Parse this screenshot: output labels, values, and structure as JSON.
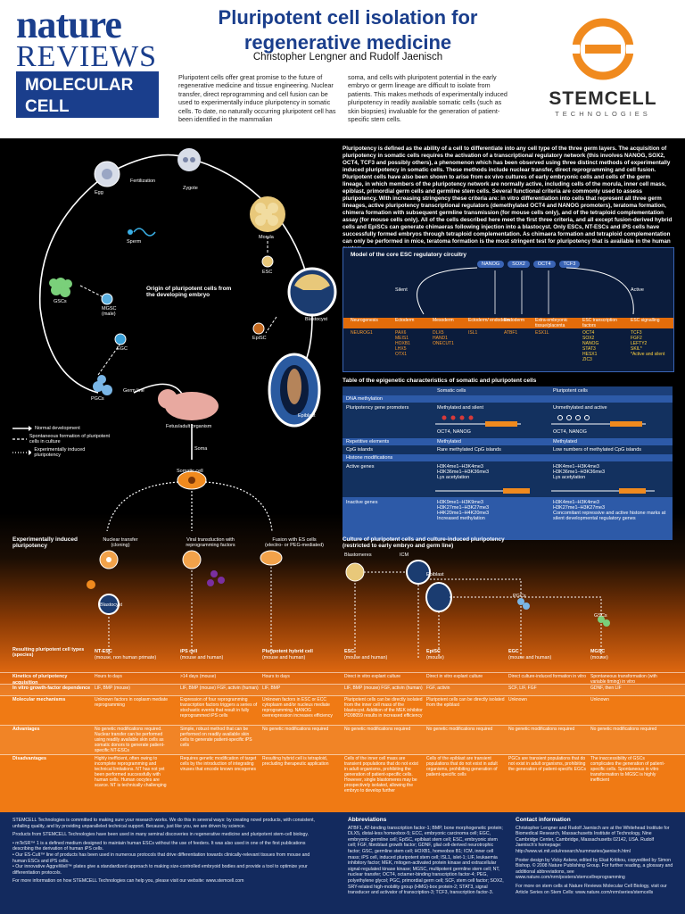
{
  "header": {
    "logo_nature": "nature",
    "logo_reviews": "REVIEWS",
    "journal_line1": "MOLECULAR",
    "journal_line2": "CELL BIOLOGY",
    "title_line1": "Pluripotent cell isolation for",
    "title_line2": "regenerative medicine",
    "authors": "Christopher Lengner and Rudolf Jaenisch",
    "intro_left": "Pluripotent cells offer great promise to the future of regenerative medicine and tissue engineering. Nuclear transfer, direct reprogramming and cell fusion can be used to experimentally induce pluripotency in somatic cells. To date, no naturally occurring pluripotent cell has been identified in the mammalian",
    "intro_right": "soma, and cells with pluripotent potential in the early embryo or germ lineage are difficult to isolate from patients. This makes methods of experimentally induced pluripotency in readily available somatic cells (such as skin biopsies) invaluable for the generation of patient-specific stem cells.",
    "sponsor_name": "STEMCELL",
    "sponsor_sub": "TECHNOLOGIES"
  },
  "development": {
    "fertilization": "Fertilization",
    "zygote": "Zygote",
    "egg": "Egg",
    "sperm": "Sperm",
    "morula": "Morula",
    "esc": "ESC",
    "gscs": "GSCs",
    "mgsc": "MGSC",
    "mgsc_sub": "(male)",
    "egc": "EGC",
    "episc": "EpiSC",
    "blastocyst": "Blastocyst",
    "pgcs": "PGCs",
    "germ_line": "Germ line",
    "epiblast": "Epiblast",
    "fetus": "Fetus/adult organism",
    "soma": "Soma",
    "somatic_cell": "Somatic cell",
    "origin_title_1": "Origin of pluripotent cells from",
    "origin_title_2": "the developing embryo"
  },
  "legend": {
    "normal": "Normal development",
    "spontaneous": "Spontaneous formation of pluripotent cells in culture",
    "induced": "Experimentally induced pluripotency"
  },
  "pluripotency_text": "Pluripotency is defined as the ability of a cell to differentiate into any cell type of the three germ layers. The acquisition of pluripotency in somatic cells requires the activation of a transcriptional regulatory network (this involves NANOG, SOX2, OCT4, TCF3 and possibly others), a phenomenon which has been observed using three distinct methods of experimentally induced pluripotency in somatic cells. These methods include nuclear transfer, direct reprogramming and cell fusion. Pluripotent cells have also been shown to arise from ex vivo cultures of early embryonic cells and cells of the germ lineage, in which members of the pluripotency network are normally active, including cells of the morula, inner cell mass, epiblast, primordial germ cells and germline stem cells. Several functional criteria are commonly used to assess pluripotency. With increasing stringency these criteria are: in vitro differentiation into cells that represent all three germ lineages, active pluripotency transcriptional regulators (demethylated OCT4 and NANOG promoters), teratoma formation, chimera formation with subsequent germline transmission (for mouse cells only), and of the tetraploid complementation assay (for mouse cells only). All of the cells described here meet the first three criteria, and all except fusion-derived hybrid cells and EpiSCs can generate chimaeras following injection into a blastocyst. Only ESCs, NT-ESCs and iPS cells have successfully formed embryos through tetraploid complementation. As chimaera formation and tetraploid complementation can only be performed in mice, teratoma formation is the most stringent test for pluripotency that is available in the human system.",
  "esc_model": {
    "title": "Model of the core ESC regulatory circuitry",
    "nodes": [
      "NANOG",
      "SOX2",
      "OCT4",
      "TCF3"
    ],
    "silent": "Silent",
    "active": "Active",
    "headers": [
      "Neurogenesis",
      "Ectoderm",
      "Mesoderm",
      "Ectoderm/ endoderm",
      "Endoderm",
      "Extra-embryonic tissue/placenta",
      "ESC transcription factors",
      "ESC signalling"
    ],
    "cols": [
      [
        "NEUROG1"
      ],
      [
        "PAX6",
        "MEIS1",
        "HOXB1",
        "LHX5",
        "OTX1"
      ],
      [
        "DLX5",
        "HAND1",
        "ONECUT1"
      ],
      [
        "ISL1"
      ],
      [
        "ATBF1"
      ],
      [
        "ESX1L"
      ],
      [
        "OCT4",
        "SOX2",
        "NANOG",
        "STAT3",
        "HESX1",
        "ZIC3"
      ],
      [
        "TCF3",
        "FGF2",
        "LEFTY2",
        "SKIL*",
        "*Active and silent"
      ]
    ]
  },
  "epigenetic": {
    "title": "Table of the epigenetic characteristics of somatic and pluripotent cells",
    "col_somatic": "Somatic cells",
    "col_pluri": "Pluripotent cells",
    "dna_methylation": "DNA methylation",
    "promoters": "Pluripotency gene promoters",
    "promoters_somatic": "Methylated and silent",
    "promoters_pluri": "Unmethylated and active",
    "promoters_somatic_genes": "OCT4, NANOG",
    "promoters_pluri_genes": "OCT4, NANOG",
    "repetitive": "Repetitive elements",
    "repetitive_somatic": "Methylated",
    "repetitive_pluri": "Methylated",
    "cpg": "CpG islands",
    "cpg_somatic": "Rare methylated CpG islands",
    "cpg_pluri": "Low numbers of methylated CpG islands",
    "histone": "Histone modifications",
    "active_genes": "Active genes",
    "active_somatic": [
      "H3K4me1–H3K4me3",
      "H3K36me1–H3K36me3",
      "Lys acetylation"
    ],
    "active_pluri": [
      "H3K4me1–H3K4me3",
      "H3K36me1–H3K36me3",
      "Lys acetylation"
    ],
    "inactive_genes": "Inactive genes",
    "inactive_somatic": [
      "H3K9me1–H3K9me3",
      "H3K27me1–H3K27me3",
      "H4K20me1–H4K20me3",
      "Increased methylation"
    ],
    "inactive_pluri": [
      "H3K4me1–H3K4me3",
      "H3K27me1–H3K27me3",
      "Concomitant repressive and active histone marks at silent developmental regulatory genes"
    ]
  },
  "induced": {
    "title_1": "Experimentally induced",
    "title_2": "pluripotency",
    "nuclear_transfer": "Nuclear transfer",
    "nuclear_transfer_sub": "(cloning)",
    "viral": "Viral transduction with",
    "viral_sub": "reprogramming factors",
    "fusion": "Fusion with ES cells",
    "fusion_sub": "(electro- or PEG-mediated)",
    "blastocyst": "Blastocyst"
  },
  "culture": {
    "title_1": "Culture of pluripotent cells and culture-induced pluripotency",
    "title_2": "(restricted to early embryo and germ line)",
    "blastomeres": "Blastomeres",
    "icm": "ICM",
    "epiblast": "Epiblast",
    "pgcs": "PGCs",
    "gscs": "GSCs"
  },
  "cell_types_label": "Resulting pluripotent cell types (species)",
  "cell_types": [
    {
      "name": "NT-ESC",
      "species": "(mouse, non human primate)"
    },
    {
      "name": "iPS cell",
      "species": "(mouse and human)"
    },
    {
      "name": "Pluripotent hybrid cell",
      "species": "(mouse and human)"
    },
    {
      "name": "ESC",
      "species": "(mouse and human)"
    },
    {
      "name": "EpiSC",
      "species": "(mouse)"
    },
    {
      "name": "EGC",
      "species": "(mouse and human)"
    },
    {
      "name": "MGSC",
      "species": "(mouse)"
    }
  ],
  "rows": [
    {
      "label": "Kinetics of pluripotency acquisition",
      "cells": [
        "Hours to days",
        ">14 days (mouse)",
        "Hours to days",
        "Direct in vitro explant culture",
        "Direct in vitro explant culture",
        "Direct culture-induced formation in vitro",
        "Spontaneous transformation (with variable timing) in vitro"
      ]
    },
    {
      "label": "In vitro growth-factor dependence",
      "cells": [
        "LIF, BMP (mouse)",
        "LIF, BMP (mouse) FGF, activin (human)",
        "LIF, BMP",
        "LIF, BMP (mouse) FGF, activin (human)",
        "FGF, activin",
        "SCF, LIF, FGF",
        "GDNF, then LIF"
      ]
    },
    {
      "label": "Molecular mechanisms",
      "cells": [
        "Unknown factors in ooplasm mediate reprogramming",
        "Expression of four reprogramming transcription factors triggers a series of stochastic events that result in fully reprogrammed iPS cells",
        "Unknown factors in ESC or ECC cytoplasm and/or nucleus mediate reprogramming. NANOG overexpression increases efficiency",
        "Pluripotent cells can be directly isolated from the inner cell mass of the blastocyst. Addition of the MEK inhibitor PD98059 results in increased efficiency",
        "Pluripotent cells can be directly isolated from the epiblast",
        "Unknown",
        "Unknown"
      ]
    },
    {
      "label": "Advantages",
      "cells": [
        "No genetic modifications required. Nuclear transfer can be performed using readily available skin cells as somatic donors to generate patient-specific NT-ESCs",
        "Simple, robust method that can be performed on readily available skin cells to generate patient-specific iPS cells",
        "No genetic modifications required",
        "No genetic modifications required",
        "No genetic modifications required",
        "No genetic modifications required",
        "No genetic modifications required"
      ]
    },
    {
      "label": "Disadvantages",
      "cells": [
        "Highly inefficient, often owing to incomplete reprogramming and technical limitations. NT has not yet been performed successfully with human cells. Human oocytes are scarce. NT is technically challenging",
        "Requires genetic modification of target cells by the introduction of integrating viruses that encode known oncogenes",
        "Resulting hybrid cell is tetraploid, precluding therapeutic application",
        "Cells of the inner cell mass are transient populations that do not exist in adult organisms, prohibiting the generation of patient-specific cells. However, single blastomeres may be prospectively isolated, allowing the embryo to develop further",
        "Cells of the epiblast are transient populations that do not exist in adult organisms, prohibiting generation of patient-specific cells",
        "PGCs are transient populations that do not exist in adult organisms, prohibiting the generation of patient-specific EGCs",
        "The inaccessibility of GSCs complicates the generation of patient-specific cells. Spontaneous in vitro transformation to MGSC is highly inefficient"
      ]
    }
  ],
  "footer": {
    "col1_p1": "STEMCELL Technologies is committed to making sure your research works. We do this in several ways: by creating novel products, with consistent, unfailing quality, and by providing unparalleled technical support. Because, just like you, we are driven by science.",
    "col1_p2": "Products from STEMCELL Technologies have been used in many seminal discoveries in regenerative medicine and pluripotent stem-cell biology.",
    "col1_p3": "• mTeSR™ 1 is a defined medium designed to maintain human ESCs without the use of feeders. It was also used in one of the first publications describing the derivation of human iPS cells.",
    "col1_p4": "• Our ES-Cult™ line of products has been used in numerous protocols that drive differentiation towards clinically-relevant tissues from mouse and human ESCs and iPS cells.",
    "col1_p5": "• Our innovative AggreWell™ plates give a standardized approach to making size-controlled embryoid bodies and provide a tool to optimize your differentiation protocols.",
    "col1_p6": "For more information on how STEMCELL Technologies can help you, please visit our website: www.stemcell.com",
    "abbrev_title": "Abbreviations",
    "abbrev_text": "ATBF1, AT-binding transcription factor-1; BMP, bone morphogenetic protein; DLX5, distal-less homeobox-5; ECC, embryonic carcinoma cell; EGC, embryonic germline cell; EpiSC, epiblast stem cell; ESC, embryonic stem cell; FGF, fibroblast growth factor; GDNF, glial cell-derived neurotrophic factor; GSC, germline stem cell; HOXB1, homeobox B1; ICM, inner cell mass; iPS cell, induced pluripotent stem cell; ISL1, islet-1; LIF, leukaemia inhibitory factor; MEK, mitogen-activated protein kinase and extracellular signal-regulated kinase kinase; MGSC, multipotent germline stem cell; NT, nuclear transfer; OCT4, octamer-binding transcription factor-4; PEG, polyethylene glycol; PGC, primordial germ cell; SCF, stem cell factor; SOX2, SRY-related high-mobility group (HMG)-box protein-2; STAT3, signal transducer and activator of transcription-3; TCF3, transcription factor-3.",
    "contact_title": "Contact information",
    "contact_text": "Christopher Lengner and Rudolf Jaenisch are at the Whitehead Institute for Biomedical Research, Massachusetts Institute of Technology, Nine Cambridge Center, Cambridge, Massachusetts 02142, USA. Rudolf Jaenisch's homepage: http://www.wi.mit.edu/research/summaries/jaenisch.html",
    "poster_text": "Poster design by Vicky Askew, edited by Ekat Kritikou, copyedited by Simon Bishop. © 2008 Nature Publishing Group. For further reading, a glossary and additional abbreviations, see www.nature.com/nrm/posters/stemcellreprogramming",
    "more_text": "For more on stem cells at Nature Reviews Molecular Cell Biology, visit our Article Series on Stem Cells: www.nature.com/nrm/series/stemcells"
  },
  "colors": {
    "brand_blue": "#1a3e8c",
    "stemcell_orange": "#f08a1e",
    "table_blue": "#1c3f7a"
  }
}
